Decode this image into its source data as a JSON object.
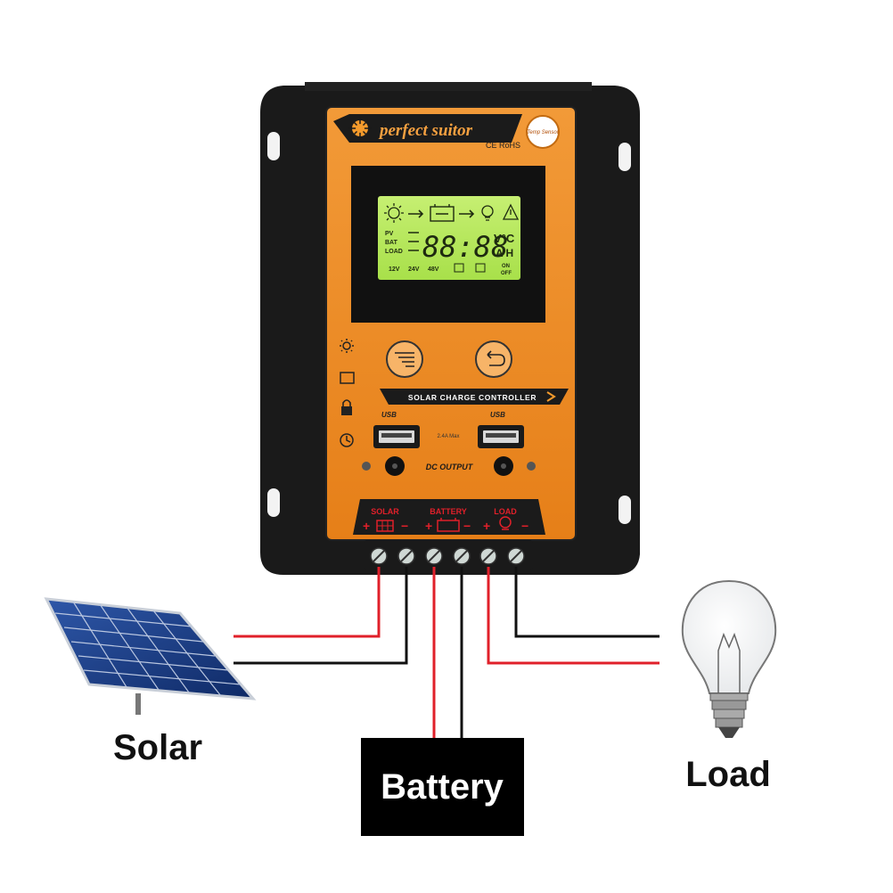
{
  "device": {
    "brand": "perfect suitor",
    "certs": "CE RoHS",
    "temp_sensor": "Temp Sensor",
    "lcd": {
      "row_labels": [
        "PV",
        "BAT",
        "LOAD"
      ],
      "digits": "88:88",
      "unit_top": "V°C",
      "unit_bottom": "A H",
      "voltages": [
        "12V",
        "24V",
        "48V"
      ],
      "on_label": "ON",
      "off_label": "OFF"
    },
    "banner": "SOLAR CHARGE CONTROLLER",
    "side_icons": [
      "sun-icon",
      "monitor-icon",
      "lock-icon",
      "clock-icon"
    ],
    "usb_label": "USB",
    "usb_rating": "2.4A Max",
    "dc_output": "DC OUTPUT",
    "terminals": {
      "solar": "SOLAR",
      "battery": "BATTERY",
      "load": "LOAD",
      "plus": "+",
      "minus": "−"
    }
  },
  "diagram": {
    "solar_label": "Solar",
    "battery_label": "Battery",
    "load_label": "Load",
    "wire_colors": {
      "positive": "#e0202a",
      "negative": "#111111"
    }
  }
}
